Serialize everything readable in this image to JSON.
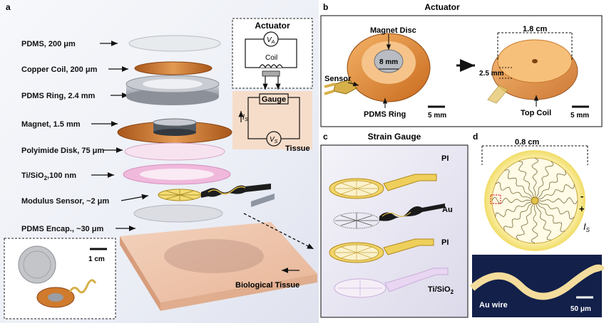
{
  "panels": {
    "a": {
      "letter": "a",
      "layers": [
        "PDMS, 200 μm",
        "Copper Coil, 200 μm",
        "PDMS Ring, 2.4 mm",
        "Magnet, 1.5 mm",
        "Polyimide Disk, 75 μm",
        "Ti/SiO",
        "Modulus Sensor, ~2 μm",
        "PDMS Encap., ~30 μm"
      ],
      "tisio_sub": "2",
      "tisio_rest": ",100 nm",
      "circuit_title": "Actuator",
      "va_label": "V",
      "va_sub": "A",
      "coil_label": "Coil",
      "gauge_label": "Gauge",
      "is_label": "I",
      "is_sub": "S",
      "vs_label": "V",
      "vs_sub": "S",
      "tissue_label": "Tissue",
      "biological_tissue": "Biological Tissue",
      "inset_scale": "1 cm"
    },
    "b": {
      "letter": "b",
      "title": "Actuator",
      "magnet_disc": "Magnet  Disc",
      "mm8": "8 mm",
      "sensor": "Sensor",
      "pdms_ring": "PDMS Ring",
      "scale_left": "5 mm",
      "cm18": "1.8  cm",
      "mm25": "2.5  mm",
      "top_coil": "Top Coil",
      "scale_right": "5 mm"
    },
    "c": {
      "letter": "c",
      "title": "Strain Gauge",
      "pi1": "PI",
      "au": "Au",
      "pi2": "PI",
      "tisio": "Ti/SiO",
      "tisio_sub": "2"
    },
    "d": {
      "letter": "d",
      "cm08": "0.8  cm",
      "minus": "-",
      "plus": "+",
      "is_label": "I",
      "is_sub": "S",
      "au_wire": "Au wire",
      "scale": "50 μm"
    }
  },
  "colors": {
    "copper": "#c8702a",
    "gold": "#e2c24a",
    "pdms_ring": "#a9adb5",
    "pink": "#f0b9dc",
    "tissue": "#f2c9ae",
    "micrograph_bg": "#12204a"
  }
}
